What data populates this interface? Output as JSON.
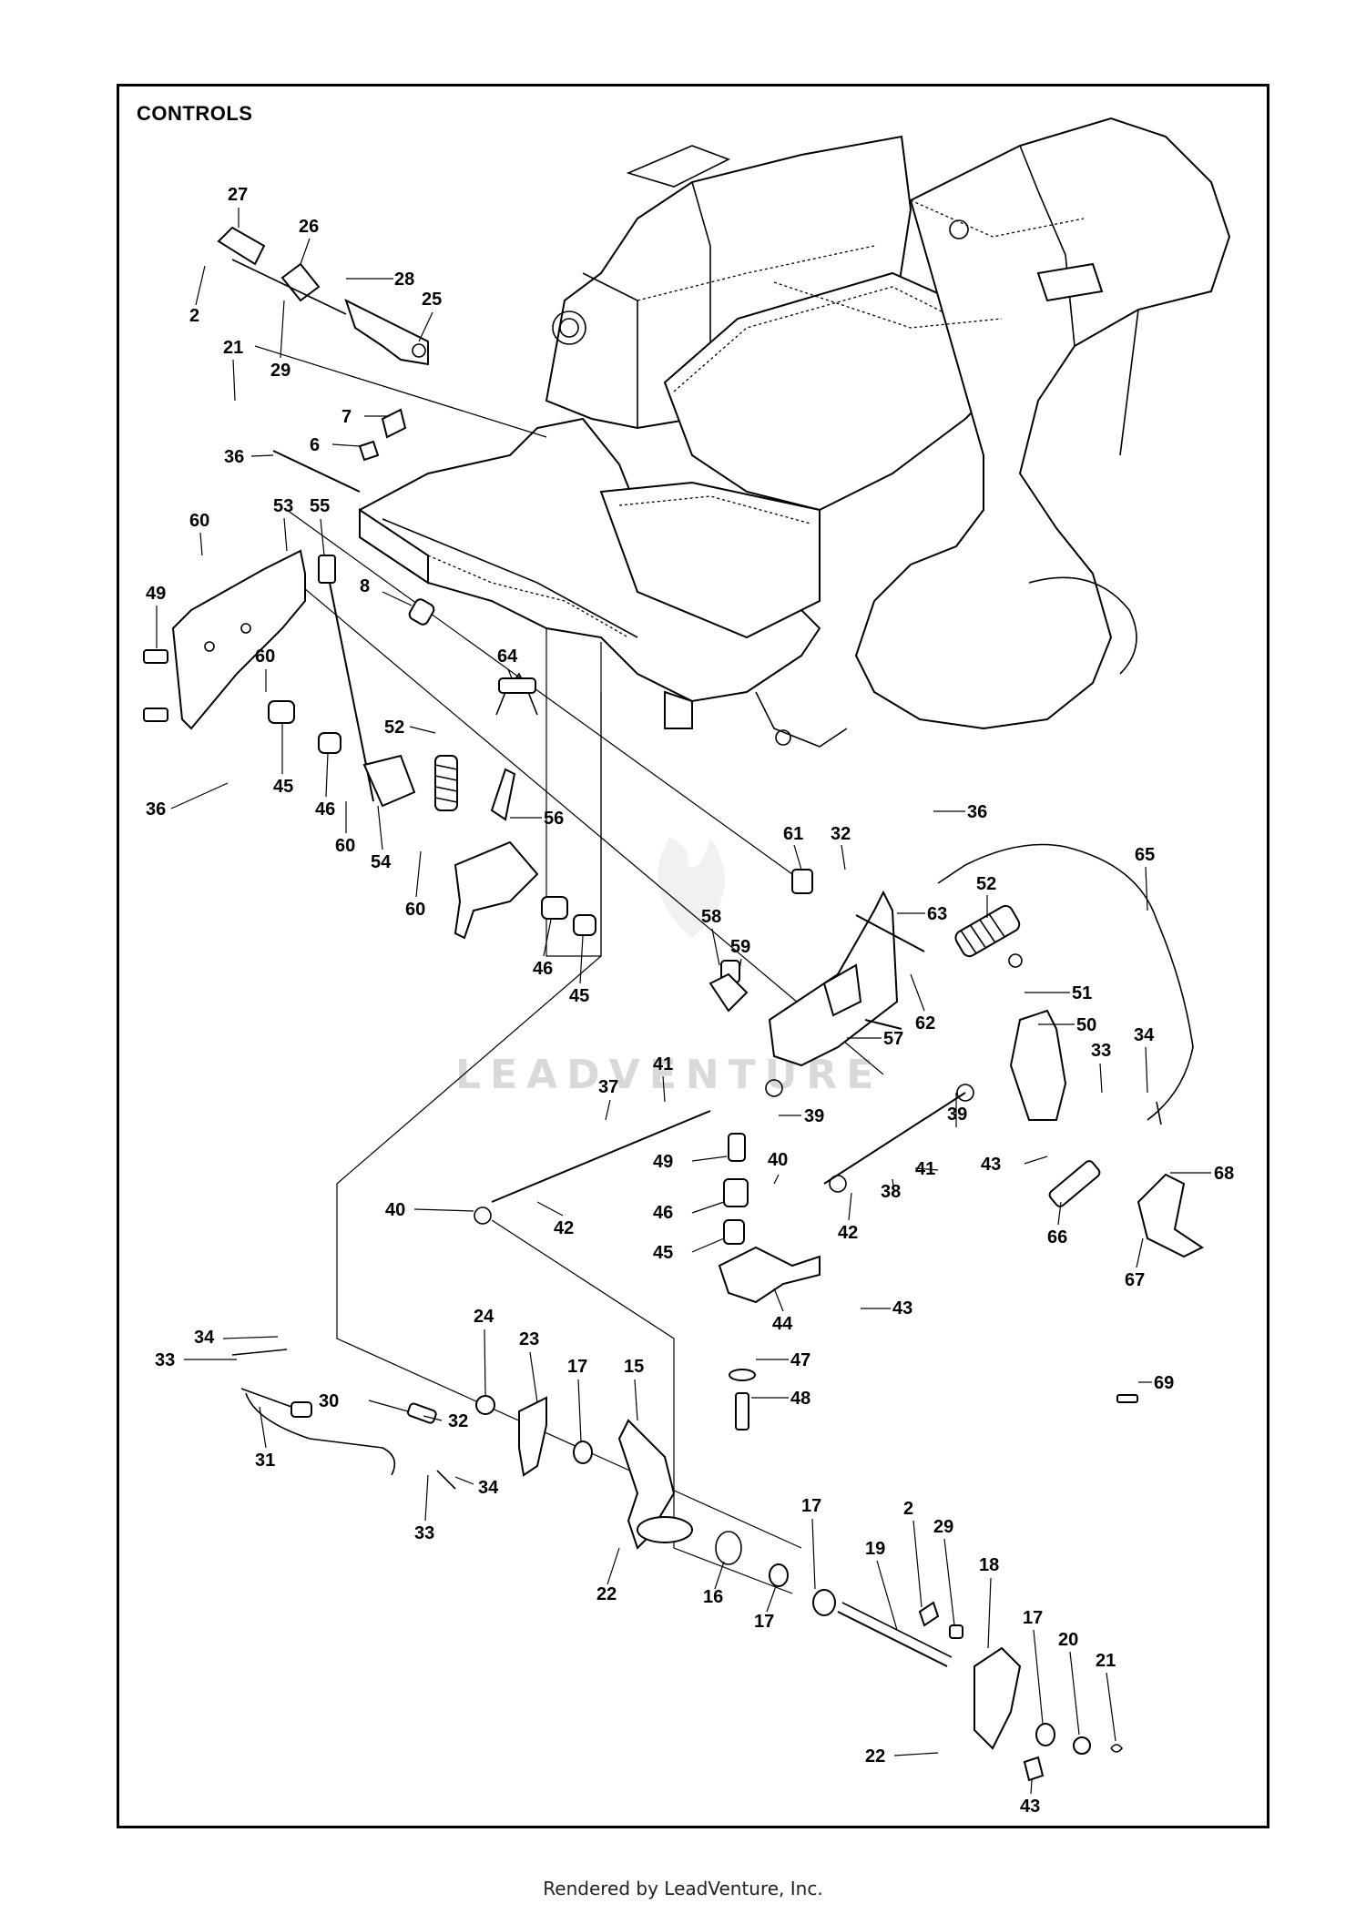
{
  "title": "CONTROLS",
  "watermark": "LEADVENTURE",
  "footer": "Rendered by LeadVenture, Inc.",
  "callouts": [
    {
      "label": "27",
      "id": "27a"
    },
    {
      "label": "26",
      "id": "26a"
    },
    {
      "label": "28",
      "id": "28a"
    },
    {
      "label": "2",
      "id": "2a"
    },
    {
      "label": "25",
      "id": "25a"
    },
    {
      "label": "29",
      "id": "29a"
    },
    {
      "label": "21",
      "id": "21a"
    },
    {
      "label": "7",
      "id": "7a"
    },
    {
      "label": "6",
      "id": "6a"
    },
    {
      "label": "36",
      "id": "36a"
    },
    {
      "label": "60",
      "id": "60a"
    },
    {
      "label": "53",
      "id": "53a"
    },
    {
      "label": "55",
      "id": "55a"
    },
    {
      "label": "8",
      "id": "8a"
    },
    {
      "label": "49",
      "id": "49a"
    },
    {
      "label": "64",
      "id": "64a"
    },
    {
      "label": "60",
      "id": "60b"
    },
    {
      "label": "52",
      "id": "52a"
    },
    {
      "label": "45",
      "id": "45a"
    },
    {
      "label": "46",
      "id": "46a"
    },
    {
      "label": "36",
      "id": "36b"
    },
    {
      "label": "60",
      "id": "60c"
    },
    {
      "label": "54",
      "id": "54a"
    },
    {
      "label": "56",
      "id": "56a"
    },
    {
      "label": "60",
      "id": "60d"
    },
    {
      "label": "36",
      "id": "36c"
    },
    {
      "label": "61",
      "id": "61a"
    },
    {
      "label": "32",
      "id": "32a"
    },
    {
      "label": "65",
      "id": "65a"
    },
    {
      "label": "52",
      "id": "52b"
    },
    {
      "label": "63",
      "id": "63a"
    },
    {
      "label": "58",
      "id": "58a"
    },
    {
      "label": "59",
      "id": "59a"
    },
    {
      "label": "46",
      "id": "46b"
    },
    {
      "label": "45",
      "id": "45b"
    },
    {
      "label": "51",
      "id": "51a"
    },
    {
      "label": "62",
      "id": "62a"
    },
    {
      "label": "50",
      "id": "50a"
    },
    {
      "label": "57",
      "id": "57a"
    },
    {
      "label": "33",
      "id": "33a"
    },
    {
      "label": "34",
      "id": "34a"
    },
    {
      "label": "41",
      "id": "41a"
    },
    {
      "label": "37",
      "id": "37a"
    },
    {
      "label": "39",
      "id": "39a"
    },
    {
      "label": "49",
      "id": "49b"
    },
    {
      "label": "39",
      "id": "39b"
    },
    {
      "label": "40",
      "id": "40a"
    },
    {
      "label": "41",
      "id": "41b"
    },
    {
      "label": "43",
      "id": "43a"
    },
    {
      "label": "38",
      "id": "38a"
    },
    {
      "label": "68",
      "id": "68a"
    },
    {
      "label": "46",
      "id": "46c"
    },
    {
      "label": "42",
      "id": "42a"
    },
    {
      "label": "66",
      "id": "66a"
    },
    {
      "label": "40",
      "id": "40b"
    },
    {
      "label": "42",
      "id": "42b"
    },
    {
      "label": "45",
      "id": "45c"
    },
    {
      "label": "67",
      "id": "67a"
    },
    {
      "label": "44",
      "id": "44a"
    },
    {
      "label": "43",
      "id": "43b"
    },
    {
      "label": "34",
      "id": "34b"
    },
    {
      "label": "24",
      "id": "24a"
    },
    {
      "label": "23",
      "id": "23a"
    },
    {
      "label": "33",
      "id": "33b"
    },
    {
      "label": "47",
      "id": "47a"
    },
    {
      "label": "17",
      "id": "17a"
    },
    {
      "label": "15",
      "id": "15a"
    },
    {
      "label": "30",
      "id": "30a"
    },
    {
      "label": "32",
      "id": "32b"
    },
    {
      "label": "48",
      "id": "48a"
    },
    {
      "label": "69",
      "id": "69a"
    },
    {
      "label": "31",
      "id": "31a"
    },
    {
      "label": "34",
      "id": "34c"
    },
    {
      "label": "33",
      "id": "33c"
    },
    {
      "label": "17",
      "id": "17b"
    },
    {
      "label": "2",
      "id": "2b"
    },
    {
      "label": "29",
      "id": "29b"
    },
    {
      "label": "19",
      "id": "19a"
    },
    {
      "label": "22",
      "id": "22a"
    },
    {
      "label": "16",
      "id": "16a"
    },
    {
      "label": "17",
      "id": "17c"
    },
    {
      "label": "18",
      "id": "18a"
    },
    {
      "label": "17",
      "id": "17d"
    },
    {
      "label": "20",
      "id": "20a"
    },
    {
      "label": "21",
      "id": "21b"
    },
    {
      "label": "22",
      "id": "22b"
    },
    {
      "label": "43",
      "id": "43c"
    }
  ]
}
